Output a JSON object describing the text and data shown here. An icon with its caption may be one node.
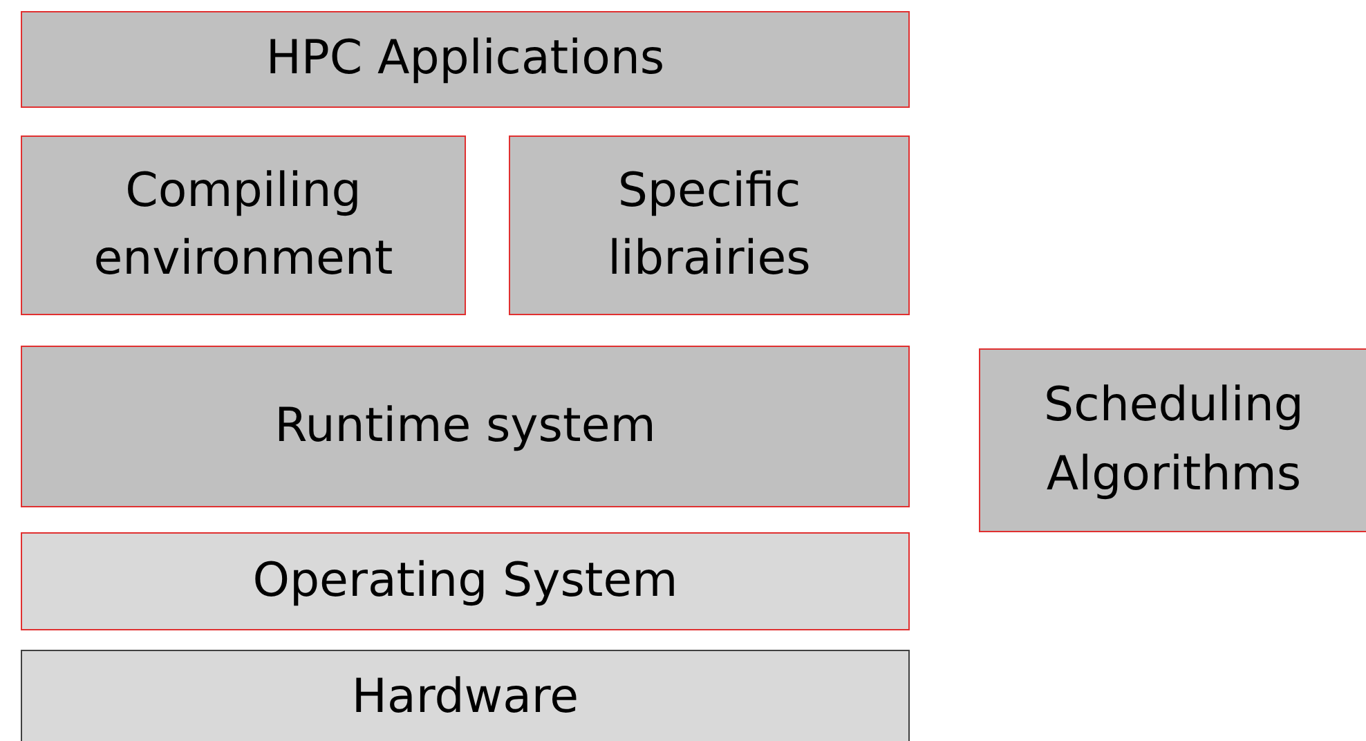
{
  "diagram": {
    "nodes": [
      {
        "text": [
          "HPC Applications"
        ]
      },
      {
        "text": [
          "Compiling environment"
        ]
      },
      {
        "text": [
          "Specific librairies"
        ]
      },
      {
        "text": [
          "Runtime system"
        ]
      },
      {
        "text": [
          "Scheduling Algorithms"
        ]
      },
      {
        "text": [
          "Operating System"
        ]
      },
      {
        "text": [
          "Hardware"
        ]
      }
    ]
  }
}
